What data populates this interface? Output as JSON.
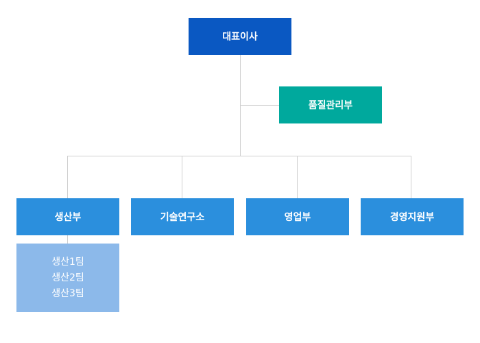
{
  "org": {
    "ceo": "대표이사",
    "qa": "품질관리부",
    "departments": [
      "생산부",
      "기술연구소",
      "영업부",
      "경영지원부"
    ],
    "production_teams": [
      "생산1팀",
      "생산2팀",
      "생산3팀"
    ]
  },
  "colors": {
    "ceo": "#0a58c2",
    "qa": "#00a99d",
    "department": "#2b8fdd",
    "team_box": "#8cb9ea",
    "connector": "#cfcfcf"
  }
}
